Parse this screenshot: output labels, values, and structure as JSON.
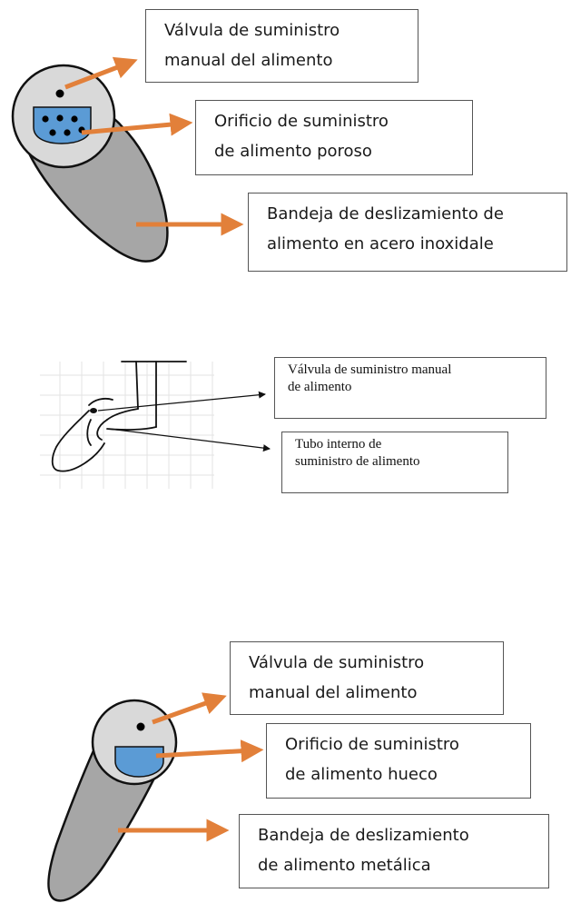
{
  "diagram_1": {
    "labels": {
      "valve": [
        "Válvula de suministro",
        "manual del alimento"
      ],
      "orifice": [
        "Orificio de suministro",
        "de alimento poroso"
      ],
      "tray": [
        "Bandeja de deslizamiento de",
        "alimento en acero inoxidale"
      ]
    },
    "colors": {
      "arrow": "#E2803A",
      "orifice_fill": "#5B9BD5",
      "tray_fill": "#A6A6A6",
      "head_fill": "#D9D9D9"
    }
  },
  "diagram_2": {
    "labels": {
      "valve": [
        "Válvula de suministro manual",
        "de alimento"
      ],
      "tube": [
        "Tubo interno de",
        "suministro de alimento"
      ]
    }
  },
  "diagram_3": {
    "labels": {
      "valve": [
        "Válvula de suministro",
        "manual del alimento"
      ],
      "orifice": [
        "Orificio de suministro",
        "de alimento hueco"
      ],
      "tray": [
        "Bandeja de deslizamiento",
        "de alimento metálica"
      ]
    },
    "colors": {
      "arrow": "#E2803A",
      "orifice_fill": "#5B9BD5",
      "tray_fill": "#A6A6A6",
      "head_fill": "#D9D9D9"
    }
  }
}
